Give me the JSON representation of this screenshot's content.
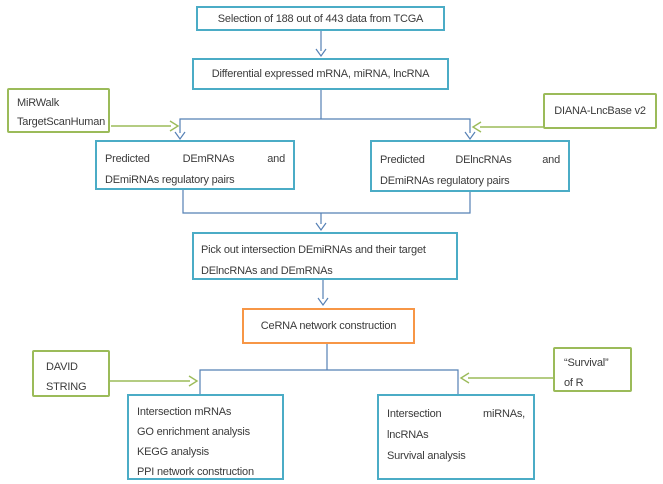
{
  "colors": {
    "teal": "#4bacc6",
    "green": "#9bbb59",
    "orange": "#f79646",
    "blue": "#5580b5",
    "text": "#3b3b3b"
  },
  "nodes": {
    "tcga": {
      "text": "Selection of 188 out of 443 data from TCGA"
    },
    "diff": {
      "text": "Differential expressed mRNA, miRNA, lncRNA"
    },
    "mirwalk": {
      "line1": "MiRWalk",
      "line2": "TargetScanHuman"
    },
    "diana": {
      "text": "DIANA-LncBase v2"
    },
    "pred_mrna": {
      "line1": "Predicted DEmRNAs and",
      "line2": "DEmiRNAs regulatory pairs"
    },
    "pred_lncrna": {
      "line1": "Predicted DElncRNAs and",
      "line2": "DEmiRNAs regulatory pairs"
    },
    "pick": {
      "line1": "Pick out intersection DEmiRNAs and their target",
      "line2": "DElncRNAs and DEmRNAs"
    },
    "cerna": {
      "text": "CeRNA network construction"
    },
    "david": {
      "line1": "DAVID",
      "line2": "STRING"
    },
    "survival": {
      "line1": "“Survival”",
      "line2": "of R"
    },
    "mrna_analysis": {
      "line1": "Intersection mRNAs",
      "line2": "GO enrichment analysis",
      "line3": "KEGG analysis",
      "line4": "PPI network construction"
    },
    "mirna_analysis": {
      "line1": "Intersection miRNAs,",
      "line2": "lncRNAs",
      "line3": "Survival analysis"
    }
  }
}
